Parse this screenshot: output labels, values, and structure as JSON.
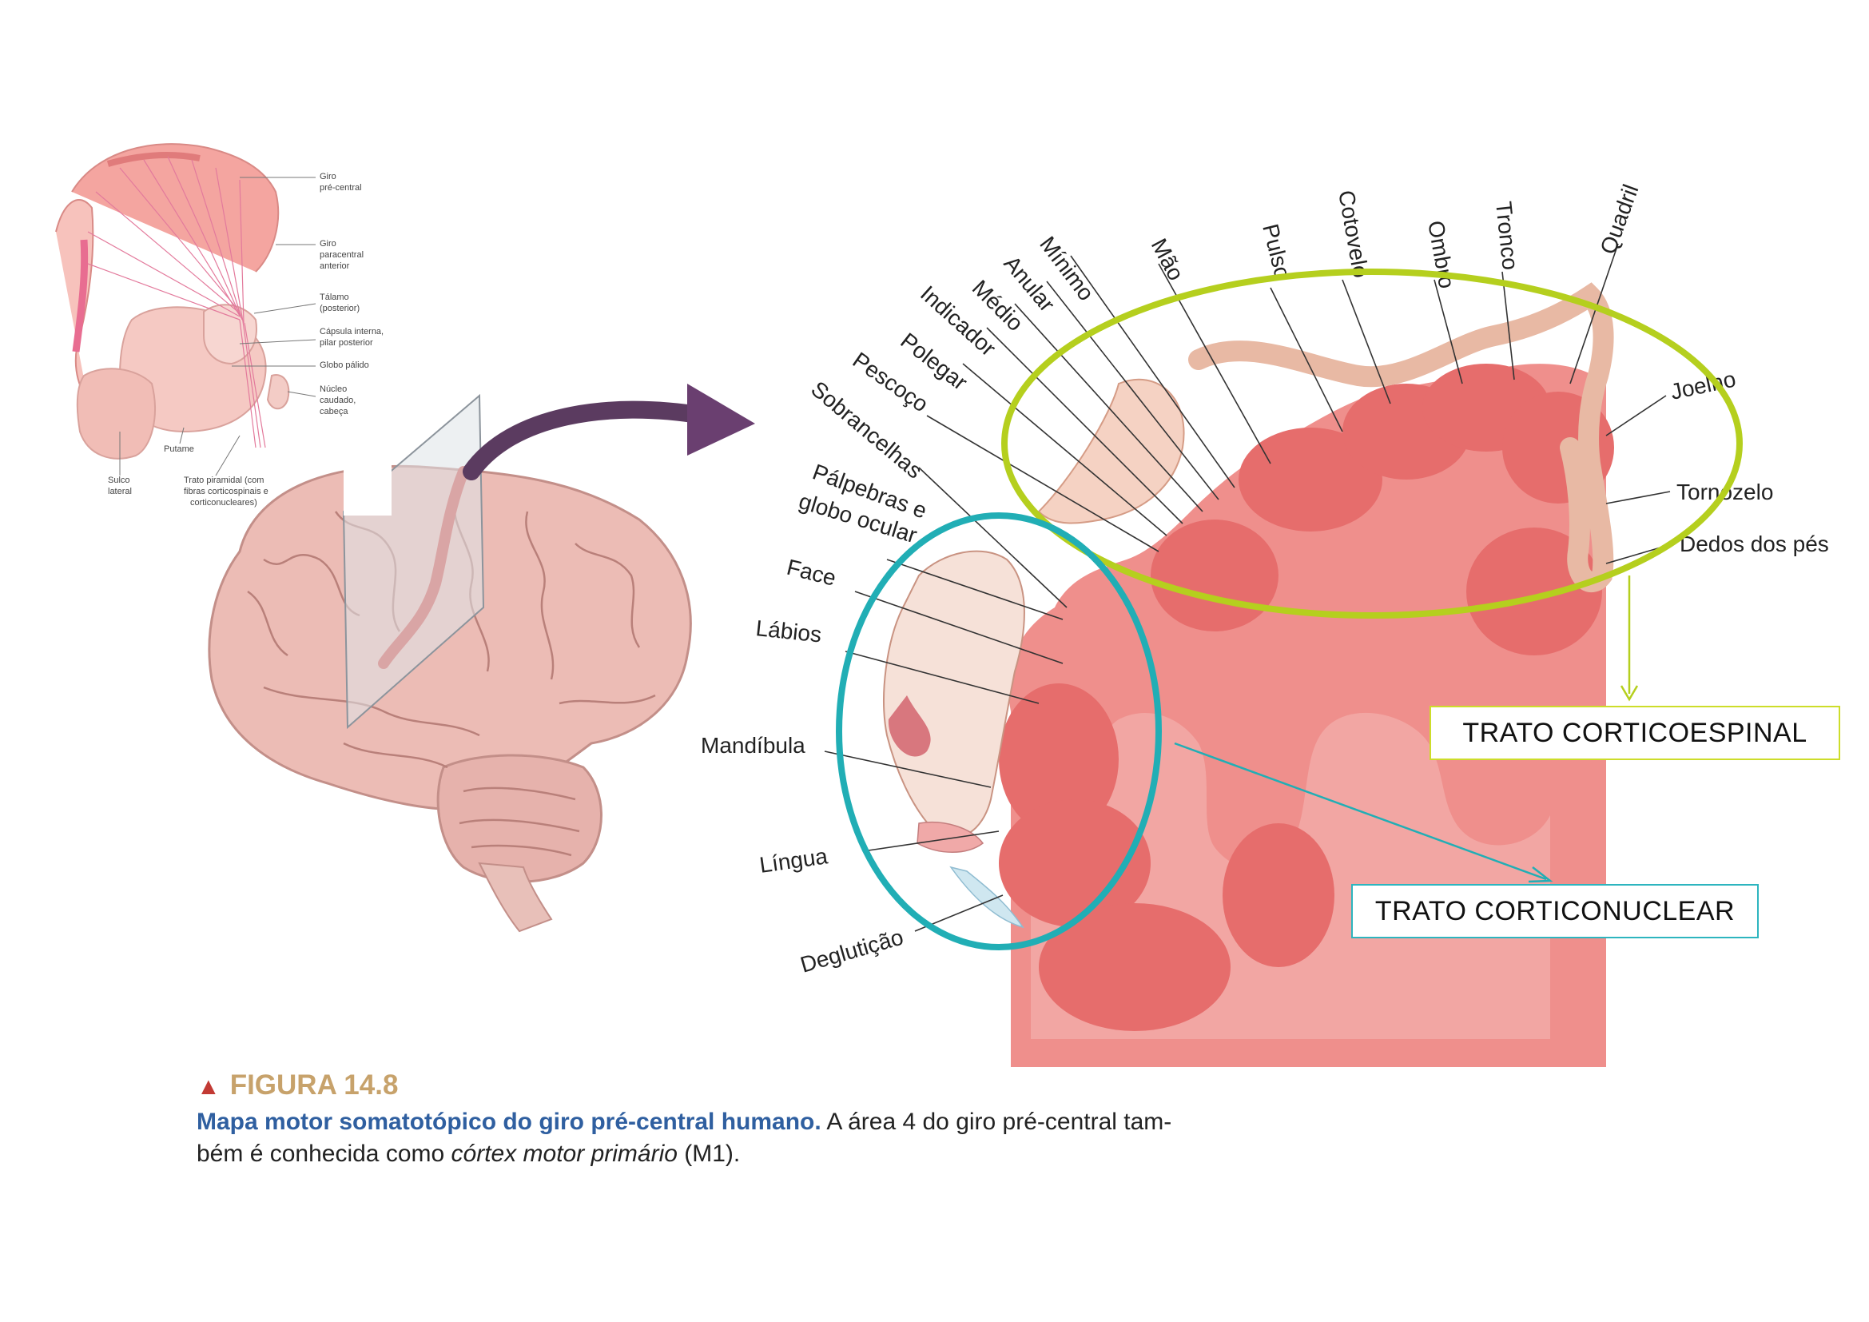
{
  "inset": {
    "labels": [
      "Giro",
      "pré-central",
      "Giro",
      "paracentral",
      "anterior",
      "Tálamo",
      "(posterior)",
      "Cápsula interna,",
      "pilar posterior",
      "Globo pálido",
      "Núcleo",
      "caudado,",
      "cabeça",
      "Putame",
      "Sulco",
      "lateral",
      "Trato piramidal (com",
      "fibras corticospinais e",
      "corticonucleares)"
    ]
  },
  "homunculus": {
    "upper_labels": [
      "Mínimo",
      "Anular",
      "Médio",
      "Indicador",
      "Polegar",
      "Pescoço",
      "Sobrancelhas",
      "Mão",
      "Pulso",
      "Cotovelo",
      "Ombro",
      "Tronco",
      "Quadril",
      "Joelho",
      "Tornozelo",
      "Dedos dos pés"
    ],
    "lower_labels": [
      "Pálpebras e",
      "globo ocular",
      "Face",
      "Lábios",
      "Mandíbula",
      "Língua",
      "Deglutição"
    ]
  },
  "callouts": {
    "corticoespinal": "TRATO CORTICOESPINAL",
    "corticonuclear": "TRATO CORTICONUCLEAR",
    "green": "#b5cf1e",
    "teal": "#21aeb5"
  },
  "caption": {
    "figure": "FIGURA 14.8",
    "bold": "Mapa motor somatotópico do giro pré-central humano.",
    "text1": " A área 4 do giro pré-central tam-",
    "text2": "bém é conhecida como ",
    "italic": "córtex motor primário",
    "text3": " (M1)."
  }
}
